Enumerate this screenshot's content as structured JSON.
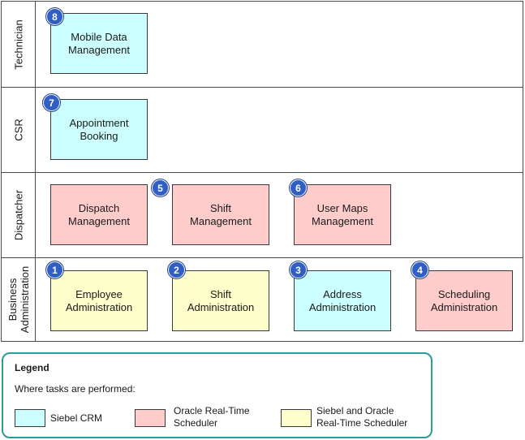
{
  "lanes": [
    {
      "label": "Technician"
    },
    {
      "label": "CSR"
    },
    {
      "label": "Dispatcher"
    },
    {
      "label_lines": [
        "Business",
        "Administration"
      ]
    }
  ],
  "tasks": [
    {
      "number": "8",
      "label_lines": [
        "Mobile Data",
        "Management"
      ],
      "category": "Siebel CRM"
    },
    {
      "number": "7",
      "label_lines": [
        "Appointment",
        "Booking"
      ],
      "category": "Siebel CRM"
    },
    {
      "number": "5",
      "label_lines": [
        "Dispatch",
        "Management"
      ],
      "category": "Oracle Real-Time Scheduler"
    },
    {
      "number": "",
      "label_lines": [
        "Shift",
        "Management"
      ],
      "category": "Oracle Real-Time Scheduler"
    },
    {
      "number": "6",
      "label_lines": [
        "User Maps",
        "Management"
      ],
      "category": "Oracle Real-Time Scheduler"
    },
    {
      "number": "1",
      "label_lines": [
        "Employee",
        "Administration"
      ],
      "category": "Siebel and Oracle Real-Time Scheduler"
    },
    {
      "number": "2",
      "label_lines": [
        "Shift",
        "Administration"
      ],
      "category": "Siebel and Oracle Real-Time Scheduler"
    },
    {
      "number": "3",
      "label_lines": [
        "Address",
        "Administration"
      ],
      "category": "Siebel CRM"
    },
    {
      "number": "4",
      "label_lines": [
        "Scheduling",
        "Administration"
      ],
      "category": "Oracle Real-Time Scheduler"
    }
  ],
  "legend": {
    "title": "Legend",
    "subtitle": "Where tasks are performed:",
    "items": [
      {
        "label_lines": [
          "Siebel CRM"
        ],
        "color": "#ccffff"
      },
      {
        "label_lines": [
          "Oracle Real-Time",
          "Scheduler"
        ],
        "color": "#ffcccc"
      },
      {
        "label_lines": [
          "Siebel and Oracle",
          "Real-Time Scheduler"
        ],
        "color": "#ffffcc"
      }
    ]
  },
  "colors": {
    "siebel": "#ccffff",
    "oracle": "#ffcccc",
    "both": "#ffffcc",
    "badge": "#2f5ec4",
    "legend_border": "#2a9d9a"
  }
}
